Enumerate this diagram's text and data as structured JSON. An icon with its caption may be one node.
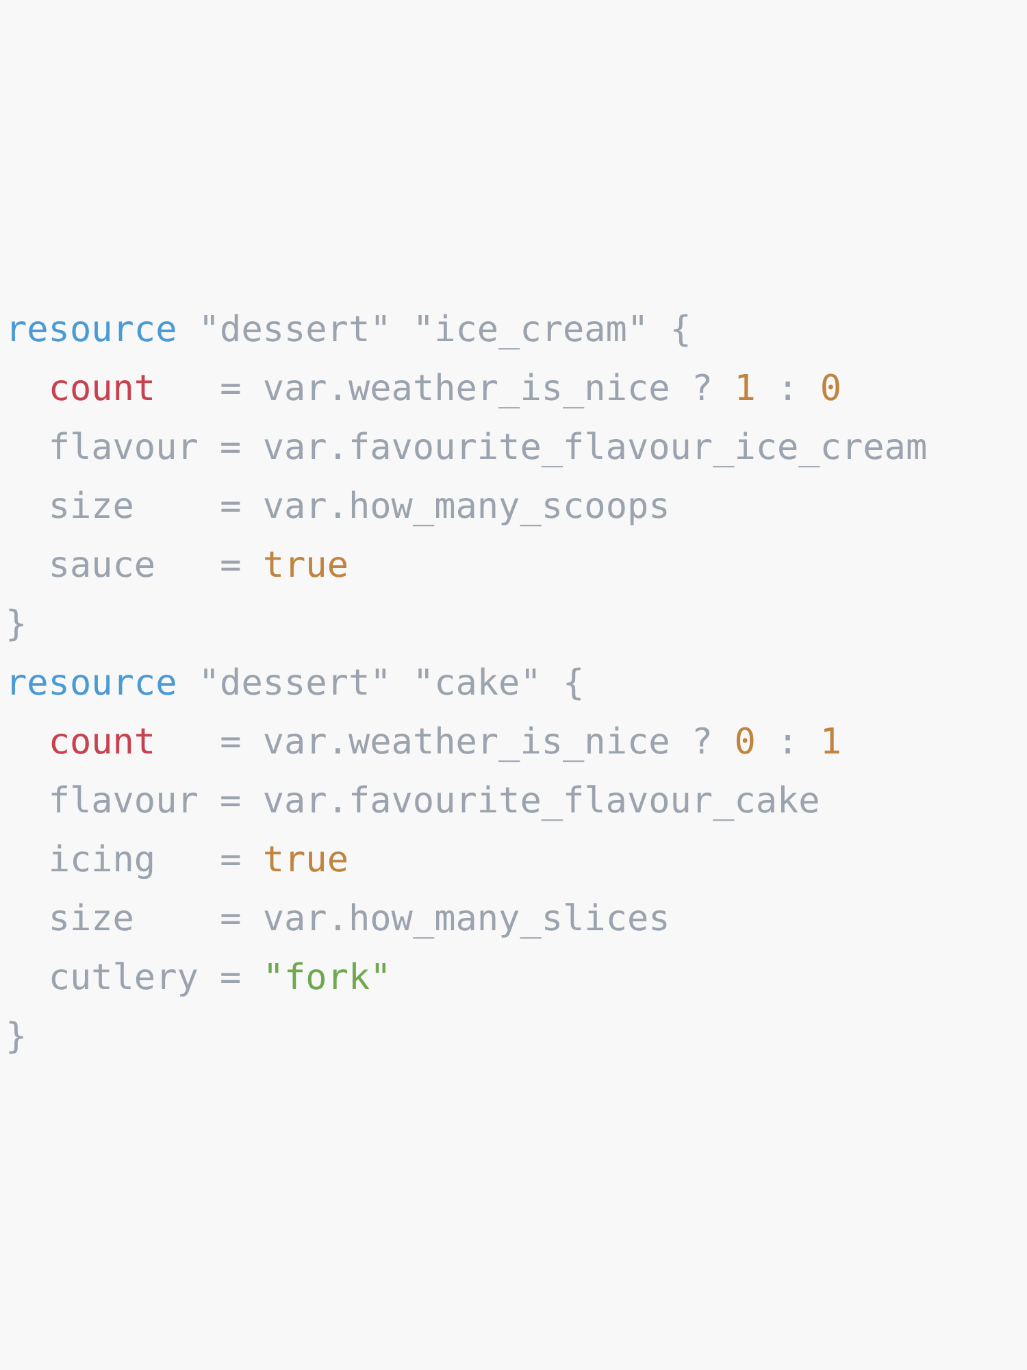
{
  "diagram": {
    "labels": [
      "resource \"dessert\" \"ice_cream\" {",
      "  count   = var.weather_is_nice ? 1 : 0",
      "  flavour = var.favourite_flavour_ice_cream",
      "  size    = var.how_many_scoops",
      "  sauce   = true",
      "}",
      "resource \"dessert\" \"cake\" {",
      "  count   = var.weather_is_nice ? 0 : 1",
      "  flavour = var.favourite_flavour_cake",
      "  icing   = true",
      "  size    = var.how_many_slices",
      "  cutlery = \"fork\"",
      "}"
    ]
  }
}
